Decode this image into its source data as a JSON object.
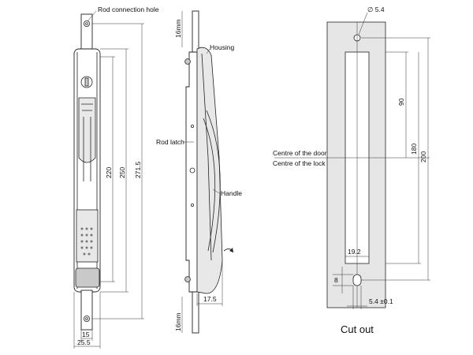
{
  "labels": {
    "rod_connection_hole": "Rod connection hole",
    "housing": "Housing",
    "rod_latch": "Rod latch",
    "handle": "Handle",
    "centre_of_door": "Centre of the door",
    "centre_of_lock": "Centre of the lock",
    "cut_out": "Cut out"
  },
  "dimensions": {
    "front_height_220": "220",
    "front_height_250": "250",
    "front_height_271": "271.5",
    "front_width_15": "15",
    "front_width_25": "25.5",
    "rod_top": "16mm",
    "rod_bottom": "16mm",
    "side_depth": "17.5",
    "hole_dia": "∅ 5.4",
    "cut_90": "90",
    "cut_180": "180",
    "cut_200": "200",
    "cut_width": "19.2",
    "cut_8": "8",
    "cut_slot": "5.4 ±0.1"
  },
  "colors": {
    "panel_fill": "#e6e6e6",
    "line": "#222222"
  }
}
